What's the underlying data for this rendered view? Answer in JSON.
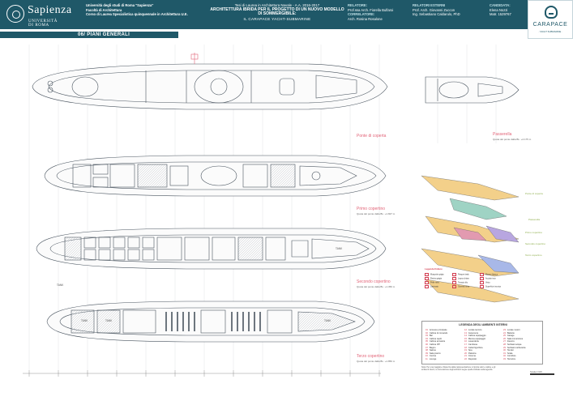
{
  "header": {
    "university": "Sapienza",
    "university_sub": "UNIVERSITÀ DI ROMA",
    "institution_lines": [
      "Università degli studi di Roma \"Sapienza\"",
      "Facoltà di Architettura",
      "Corso di Laurea Specialistica quinquennale in Architettura U.E."
    ],
    "thesis_line": "Tesi di Laurea in Architettura Navale - A.A. 2016-2017",
    "thesis_title": "ARCHITETTURA IBRIDA PER IL PROGETTO DI UN NUOVO MODELLO DI SOMMERGIBILE:",
    "thesis_subtitle": "IL CARAPACE YACHT-SUBMARINE",
    "relatore_label": "RELATORE:",
    "relatore": "Prof.ssa Arch. Fiorella Bulfaroi",
    "correlatore_label": "CORRELATORE:",
    "correlatore": "Arch. Rosina Rosalone",
    "relatori_esterni_label": "RELATORI ESTERNI",
    "relatori_esterni": [
      "Prof. Arch. Giovanni Zuccon",
      "Ing. Sebastiano Caldarulo, PhD"
    ],
    "candidata_label": "CANDIDATA:",
    "candidata": "Elena Nozzi",
    "matricola": "Matr. 1529767"
  },
  "logo": {
    "word": "CARAPACE",
    "tag": "· YACHT SUBMARINE ·"
  },
  "page_title": "06/   PIANI GENERALI",
  "drawing_labels": [
    {
      "title": "Ponte di coperta",
      "sub": ""
    },
    {
      "title": "Primo copertino",
      "sub": "Quota del ponte dalla BL: +1.827 m"
    },
    {
      "title": "Secondo copertino",
      "sub": "Quota del ponte dalla BL: +1.350 m"
    },
    {
      "title": "Terzo copertino",
      "sub": "Quota del ponte dalla BL: +1.850 m"
    }
  ],
  "detail_label": {
    "title": "Passerella",
    "sub": "Quota del ponte dalla BL: +2.175 m"
  },
  "tank_label": "TANK",
  "iso_labels": [
    "Ponte di coperta",
    "Passerella",
    "Primo copertino",
    "Secondo copertino",
    "Terzo copertino"
  ],
  "finishes": {
    "title": "Legenda finiture",
    "items": [
      "Moquette grigia",
      "Parquet teak",
      "Marmo bianco",
      "Resina grigia",
      "Legno chiaro",
      "Acciaio inox",
      "Pelle nera",
      "Tessuto blu",
      "Vetro",
      "Laminato",
      "Gomma nera",
      "Superficie tecnica"
    ]
  },
  "legend": {
    "title": "LEGENDA DEGLI AMBIENTI INTERNI",
    "columns": [
      [
        "Accesso principale",
        "Cabina di comando",
        "Bar",
        "Cabina ospiti",
        "Cabina armatore",
        "Cabina VIP",
        "Bagno",
        "Salone",
        "Sala pranzo",
        "Cucina",
        "Lounge"
      ],
      [
        "Locale tecnico",
        "Ascensore",
        "Cabina equipaggio",
        "Mensa equipaggio",
        "Lavanderia",
        "Cambusa",
        "Cella frigorifera",
        "Spa",
        "Palestra",
        "Cinema",
        "Deposito"
      ],
      [
        "Locale motori",
        "Batterie",
        "Garage",
        "Sala immersione",
        "Zavorre",
        "Serbatoi acqua",
        "Serbatoi carburante",
        "Tender",
        "Scala",
        "Corridoio",
        "Terrazza"
      ]
    ]
  },
  "note": "Nota: Per una maggiore chiarezza della rappresentazione si riporta solo le cabine e gli ambienti interni, la numerazione degli ambienti segue quella indicata nella legenda.",
  "scale": "Scala 1:100",
  "colors": {
    "header": "#1f5868",
    "accent_red": "#e26478",
    "line": "#4a5560"
  }
}
